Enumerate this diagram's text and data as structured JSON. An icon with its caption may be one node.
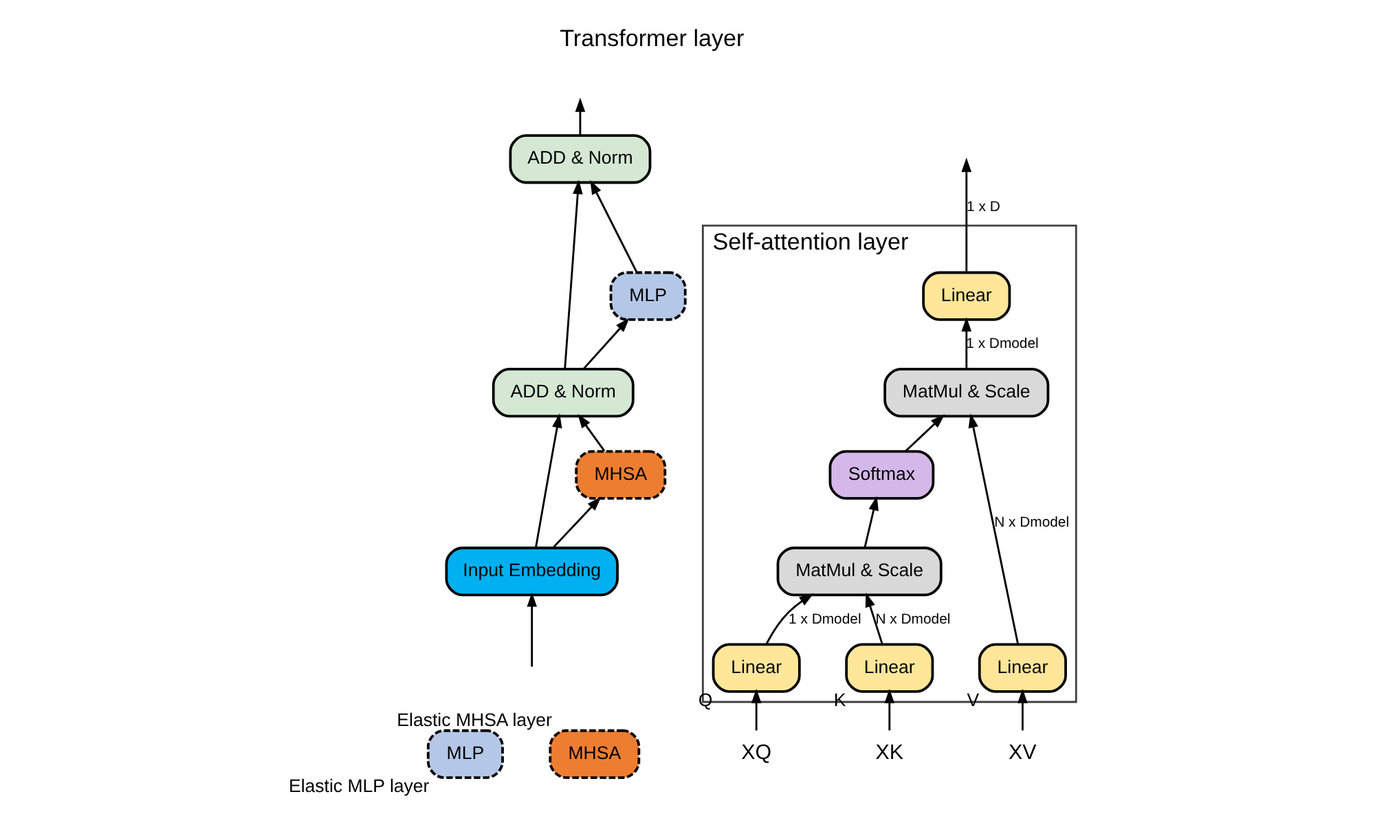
{
  "diagram": {
    "nodes": [
      {
        "text": [
          "ADD & Norm"
        ]
      },
      {
        "text": [
          "MLP"
        ]
      },
      {
        "text": [
          "ADD & Norm"
        ]
      },
      {
        "text": [
          "MHSA"
        ]
      },
      {
        "text": [
          "Input Embedding"
        ]
      },
      {
        "text": [
          "Self-attention layer"
        ]
      },
      {
        "text": [
          "Linear"
        ],
        "in": 5
      },
      {
        "text": [
          "MatMul & Scale"
        ],
        "in": 5
      },
      {
        "text": [
          "Softmax"
        ],
        "in": 5
      },
      {
        "text": [
          "MatMul & Scale"
        ],
        "in": 5
      },
      {
        "text": [
          "Linear"
        ],
        "in": 5,
        "beside": [
          "Q"
        ]
      },
      {
        "text": [
          "Linear"
        ],
        "in": 5,
        "beside": [
          "K"
        ]
      },
      {
        "text": [
          "Linear"
        ],
        "in": 5,
        "beside": [
          "V"
        ]
      },
      {
        "text": [
          "XQ"
        ]
      },
      {
        "text": [
          "XK"
        ]
      },
      {
        "text": [
          "XV"
        ]
      },
      {
        "text": [
          "MLP"
        ],
        "beside": [
          "Elastic MLP layer"
        ]
      },
      {
        "text": [
          "MHSA"
        ],
        "beside": [
          "Elastic MHSA layer"
        ]
      }
    ],
    "edges": [
      {
        "from": 0,
        "to": null,
        "arrow": "to"
      },
      {
        "from": 1,
        "to": 0,
        "arrow": "to"
      },
      {
        "from": 2,
        "to": 1,
        "arrow": "to"
      },
      {
        "from": 2,
        "to": 0,
        "arrow": "to"
      },
      {
        "from": 3,
        "to": 2,
        "arrow": "to"
      },
      {
        "from": 4,
        "to": 3,
        "arrow": "to"
      },
      {
        "from": 4,
        "to": 2,
        "arrow": "to"
      },
      {
        "from": null,
        "to": 4,
        "arrow": "to"
      },
      {
        "from": 6,
        "to": null,
        "arrow": "to",
        "label": "1 x D"
      },
      {
        "from": 7,
        "to": 6,
        "arrow": "to",
        "label": "1 x Dmodel"
      },
      {
        "from": 8,
        "to": 7,
        "arrow": "to"
      },
      {
        "from": 9,
        "to": 8,
        "arrow": "to"
      },
      {
        "from": 10,
        "to": 9,
        "arrow": "to",
        "label": "1 x Dmodel"
      },
      {
        "from": 11,
        "to": 9,
        "arrow": "to",
        "label": "N x Dmodel"
      },
      {
        "from": 12,
        "to": 7,
        "arrow": "to",
        "label": "N x Dmodel"
      },
      {
        "from": 13,
        "to": 10,
        "arrow": "to"
      },
      {
        "from": 14,
        "to": 11,
        "arrow": "to"
      },
      {
        "from": 15,
        "to": 12,
        "arrow": "to"
      }
    ],
    "labels": [
      "Transformer layer"
    ]
  }
}
